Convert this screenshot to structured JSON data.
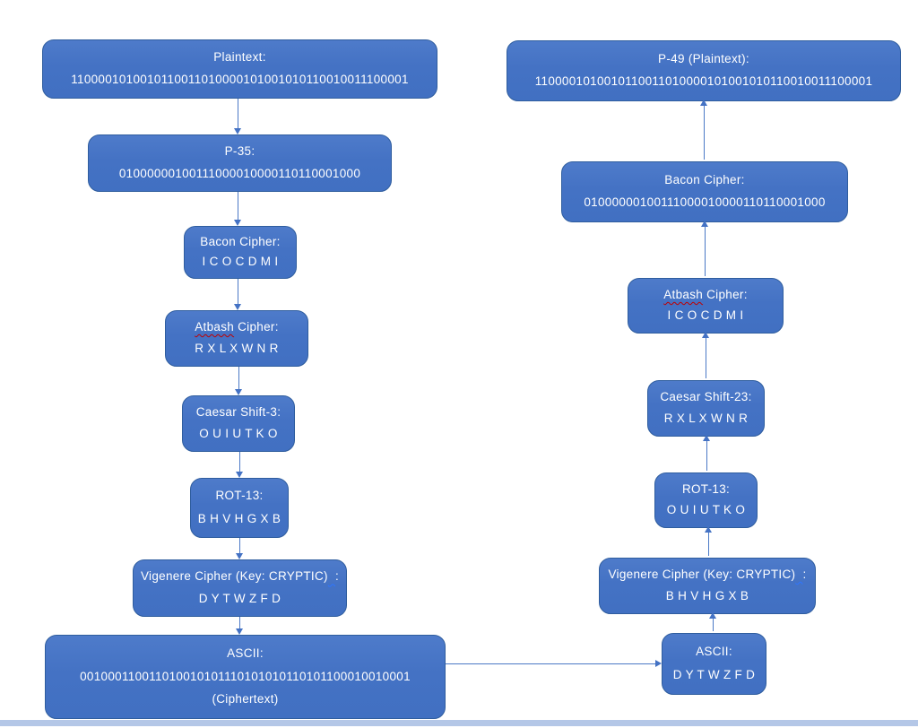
{
  "encryption_flow": {
    "plaintext": {
      "title": "Plaintext:",
      "value": "1100001010010110011010000101001010110010011100001"
    },
    "p35": {
      "title": "P-35:",
      "value": "01000000100111000010000110110001000"
    },
    "bacon": {
      "title": "Bacon Cipher:",
      "value": "I C O C D M I"
    },
    "atbash": {
      "title_word": "Atbash",
      "title_rest": " Cipher:",
      "value": "R X L X W N R"
    },
    "caesar": {
      "title": "Caesar Shift-3:",
      "value": "O U I U T K O"
    },
    "rot13": {
      "title": "ROT-13:",
      "value": "B H V H G X B"
    },
    "vigenere": {
      "title_main": "Vigenere Cipher (Key: CRYPTIC)",
      "title_space": "  ",
      "title_colon": ":",
      "value": "D Y T W Z F D"
    },
    "ascii": {
      "title": "ASCII:",
      "value": "001000110011010010101110101010110101100010010001",
      "subtitle": "(Ciphertext)"
    }
  },
  "decryption_flow": {
    "p49": {
      "title": "P-49 (Plaintext):",
      "value": "1100001010010110011010000101001010110010011100001"
    },
    "bacon": {
      "title": "Bacon Cipher:",
      "value": "01000000100111000010000110110001000"
    },
    "atbash": {
      "title_word": "Atbash",
      "title_rest": " Cipher:",
      "value": "I C O C D M I"
    },
    "caesar": {
      "title": "Caesar Shift-23:",
      "value": "R X L X W N R"
    },
    "rot13": {
      "title": "ROT-13:",
      "value": "O U I U T K O"
    },
    "vigenere": {
      "title_main": "Vigenere Cipher (Key: CRYPTIC)",
      "title_space": "  ",
      "title_colon": ":",
      "value": "B H V H G X B"
    },
    "ascii": {
      "title": "ASCII:",
      "value": "D Y T W Z F D"
    }
  },
  "colors": {
    "box_fill": "#4472c4",
    "box_border": "#2f5d9e",
    "arrow": "#4472c4",
    "text": "#ffffff",
    "spellcheck_red": "#c00000",
    "grammar_blue": "#2e75ff",
    "bottom_edge": "#b4c7e7"
  }
}
